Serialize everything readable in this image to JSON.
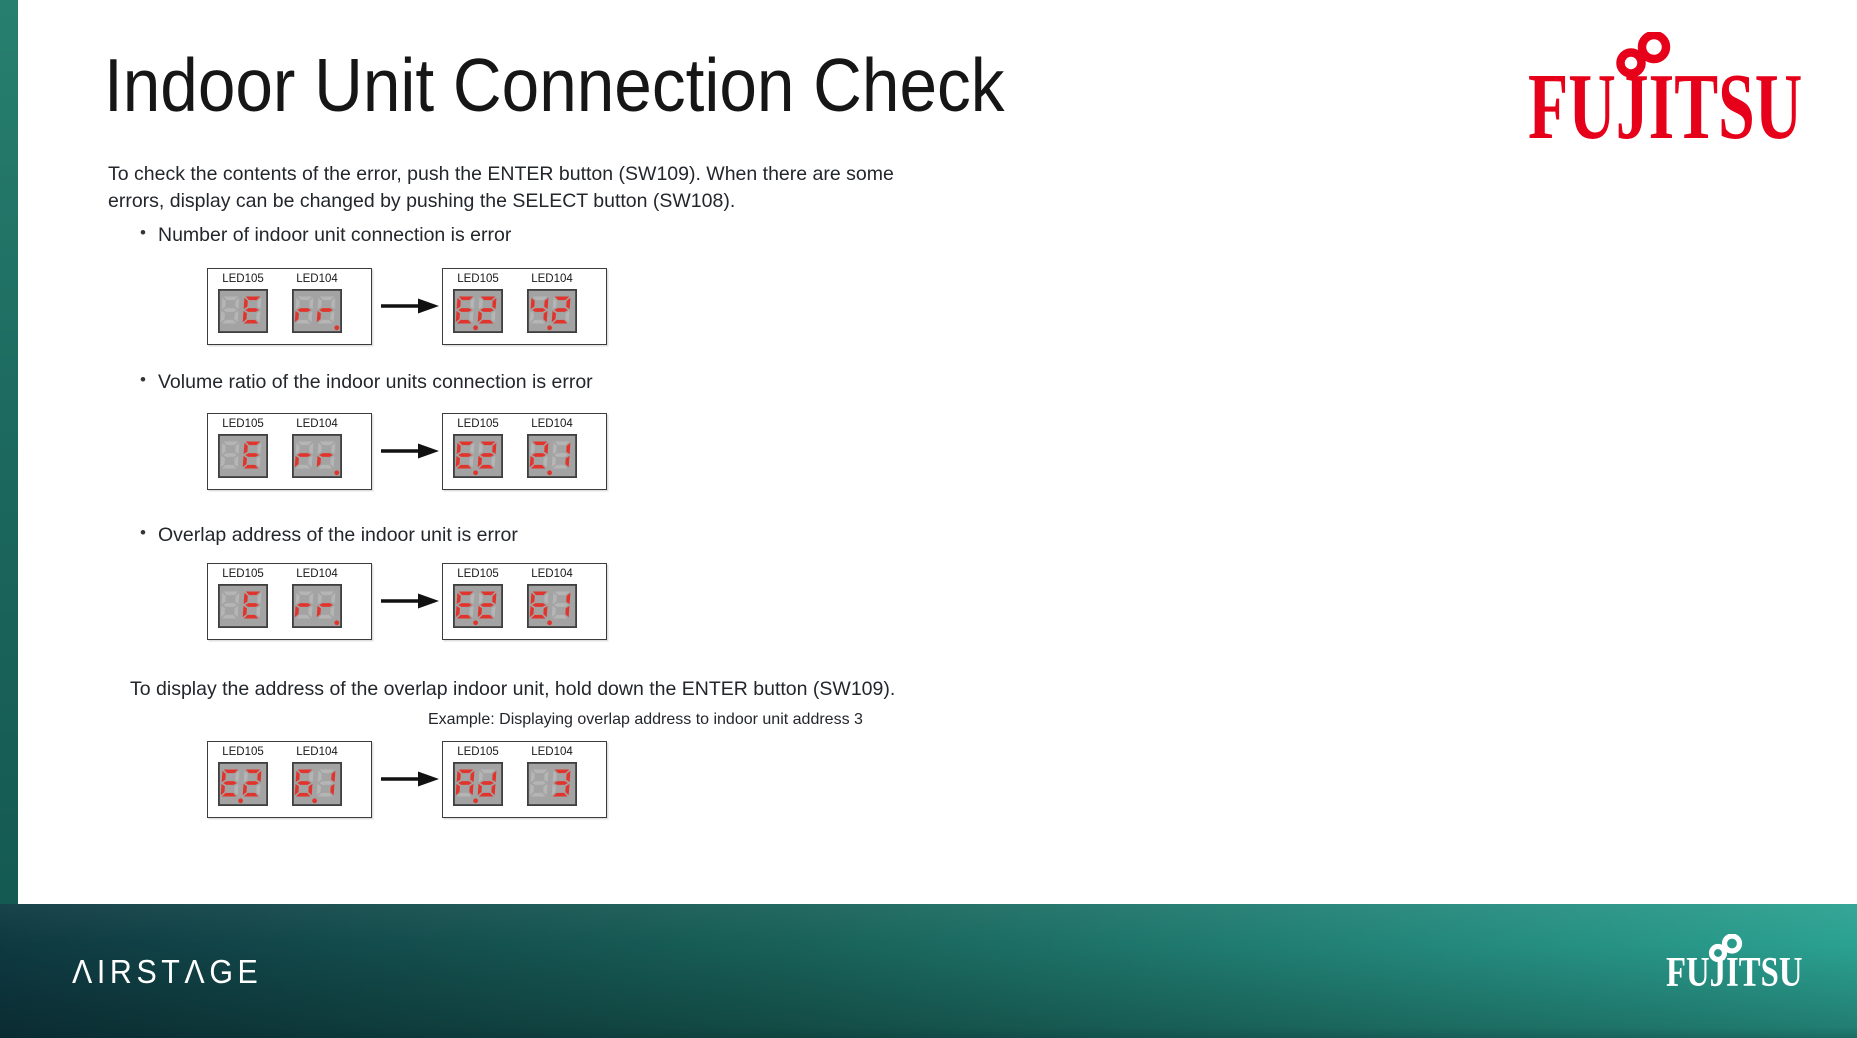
{
  "slide": {
    "title": "Indoor Unit Connection Check",
    "intro_lines": [
      "To check the contents of the error, push the ENTER button (SW109). When there are some",
      "errors, display can be changed by pushing the SELECT button (SW108)."
    ],
    "bullet_char": "•",
    "note": "To display the address of the overlap indoor unit, hold down the ENTER button (SW109).",
    "example_caption": "Example: Displaying overlap address to indoor unit address 3"
  },
  "branding": {
    "fujitsu_wordmark": "FUJITSU",
    "airstage_wordmark": "ΛIRSTΛGE",
    "fujitsu_red": "#e60019",
    "footer_dark_teal": "#0e3941",
    "footer_light_teal": "#2ba292"
  },
  "led": {
    "label_left": "LED105",
    "label_right": "LED104",
    "panel_color": "#a3a3a3",
    "ghost_color": "#b5b5b5",
    "lit_color": "#df352c",
    "border_color": "#3f3f3f"
  },
  "rows": [
    {
      "bullet": "Number of indoor unit connection is error",
      "before_display": "Err.",
      "after_display": "E.2 4.2",
      "before": [
        {
          "chars": " E",
          "dots": [
            0,
            0
          ]
        },
        {
          "chars": "rr",
          "dots": [
            0,
            1
          ]
        }
      ],
      "after": [
        {
          "chars": "E2",
          "dots": [
            1,
            0
          ]
        },
        {
          "chars": "42",
          "dots": [
            1,
            0
          ]
        }
      ]
    },
    {
      "bullet": "Volume ratio of the indoor units connection is error",
      "before_display": "Err.",
      "after_display": "E.2 2.1",
      "before": [
        {
          "chars": " E",
          "dots": [
            0,
            0
          ]
        },
        {
          "chars": "rr",
          "dots": [
            0,
            1
          ]
        }
      ],
      "after": [
        {
          "chars": "E2",
          "dots": [
            1,
            0
          ]
        },
        {
          "chars": "21",
          "dots": [
            1,
            0
          ]
        }
      ]
    },
    {
      "bullet": "Overlap address of the indoor unit is error",
      "before_display": "Err.",
      "after_display": "E.2 6.1",
      "before": [
        {
          "chars": " E",
          "dots": [
            0,
            0
          ]
        },
        {
          "chars": "rr",
          "dots": [
            0,
            1
          ]
        }
      ],
      "after": [
        {
          "chars": "E2",
          "dots": [
            1,
            0
          ]
        },
        {
          "chars": "61",
          "dots": [
            1,
            0
          ]
        }
      ]
    },
    {
      "bullet": "",
      "before_display": "E.2 6.1",
      "after_display": "A.d 3",
      "before": [
        {
          "chars": "E2",
          "dots": [
            1,
            0
          ]
        },
        {
          "chars": "61",
          "dots": [
            1,
            0
          ]
        }
      ],
      "after": [
        {
          "chars": "Ad",
          "dots": [
            1,
            0
          ]
        },
        {
          "chars": " 3",
          "dots": [
            0,
            0
          ]
        }
      ]
    }
  ]
}
